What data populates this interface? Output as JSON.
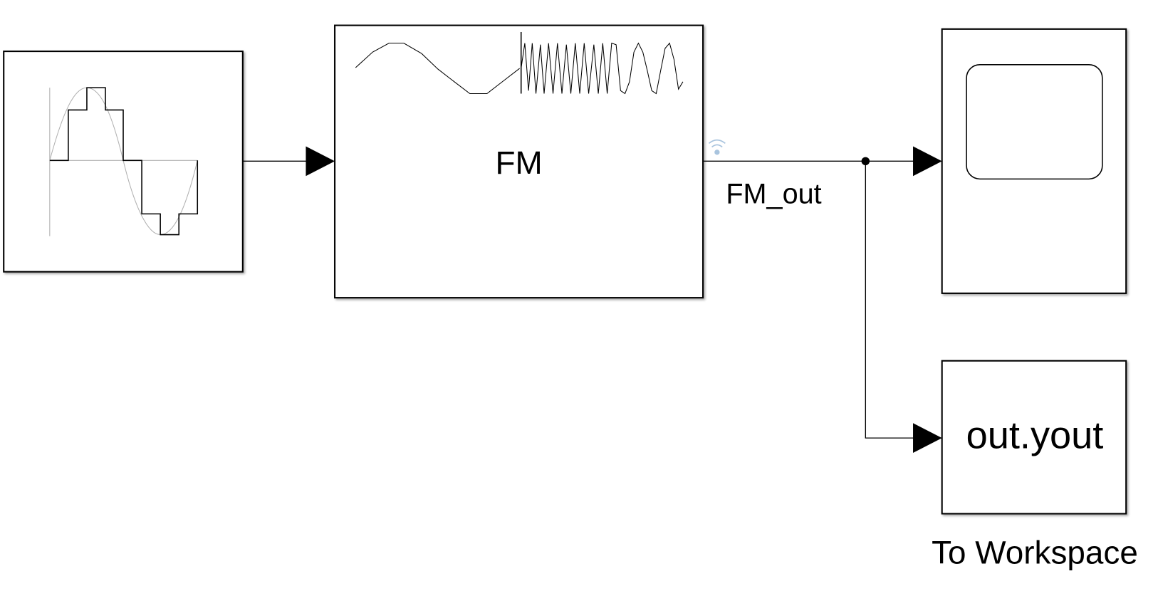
{
  "blocks": {
    "source": {
      "type": "Sine Wave (discrete)"
    },
    "fm": {
      "label": "FM"
    },
    "scope": {
      "type": "Scope"
    },
    "to_workspace": {
      "content": "out.yout",
      "name": "To Workspace"
    }
  },
  "signals": {
    "fm_out": {
      "label": "FM_out",
      "icon": "signal-logging-icon"
    }
  },
  "colors": {
    "logging_icon": "#a9c4de",
    "sine_trace": "#b0b0b0"
  }
}
